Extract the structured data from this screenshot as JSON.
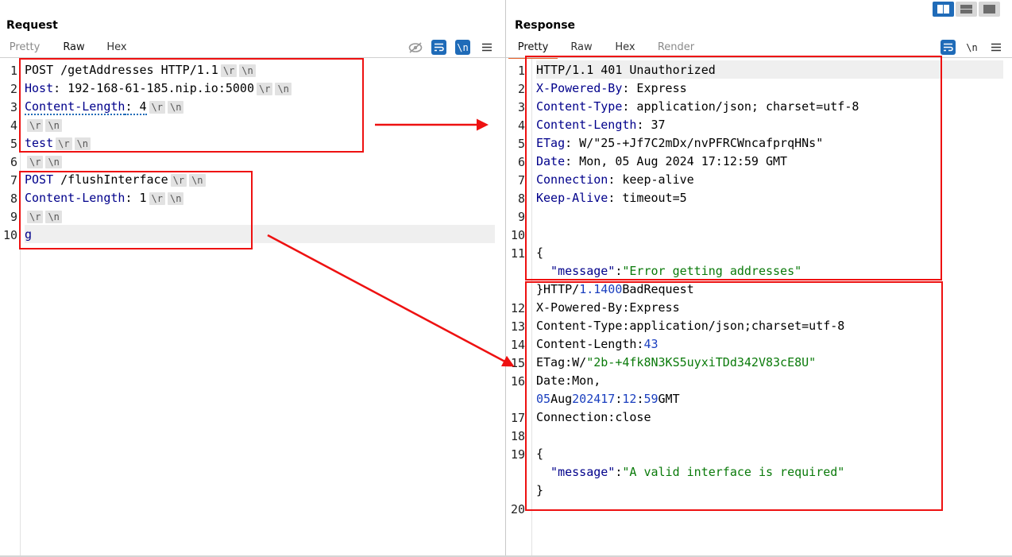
{
  "request": {
    "title": "Request",
    "tabs": [
      "Pretty",
      "Raw",
      "Hex"
    ],
    "active_tab": "Raw",
    "toolbar_icons": [
      "eye-slash-icon",
      "wrap-icon",
      "newline-icon",
      "menu-icon"
    ],
    "newline_label": "\\n",
    "crlf": [
      "\\r",
      "\\n"
    ],
    "lines": [
      {
        "n": "1",
        "parts": [
          {
            "t": "POST /getAddresses HTTP/1.1"
          }
        ]
      },
      {
        "n": "2",
        "parts": [
          {
            "t": "Host",
            "c": "k"
          },
          {
            "t": ": 192-168-61-185.nip.io:5000"
          }
        ]
      },
      {
        "n": "3",
        "parts": [
          {
            "t": "Content-Length",
            "c": "k"
          },
          {
            "t": ": 4"
          }
        ]
      },
      {
        "n": "4",
        "parts": []
      },
      {
        "n": "5",
        "parts": [
          {
            "t": "test",
            "c": "k"
          }
        ]
      },
      {
        "n": "6",
        "parts": []
      },
      {
        "n": "7",
        "parts": [
          {
            "t": "POST",
            "c": "k"
          },
          {
            "t": " /flushInterface"
          }
        ]
      },
      {
        "n": "8",
        "parts": [
          {
            "t": "Content-Length",
            "c": "k"
          },
          {
            "t": ": 1"
          }
        ]
      },
      {
        "n": "9",
        "parts": []
      },
      {
        "n": "10",
        "parts": [
          {
            "t": "g",
            "c": "k"
          }
        ]
      }
    ]
  },
  "response": {
    "title": "Response",
    "tabs": [
      "Pretty",
      "Raw",
      "Hex",
      "Render"
    ],
    "active_tab": "Pretty",
    "toolbar_icons": [
      "wrap-icon",
      "newline-icon",
      "menu-icon"
    ],
    "newline_label": "\\n",
    "lines": [
      {
        "n": "1",
        "parts": [
          {
            "t": "HTTP/1.1 401 Unauthorized"
          }
        ]
      },
      {
        "n": "2",
        "parts": [
          {
            "t": "X-Powered-By",
            "c": "k"
          },
          {
            "t": ": Express"
          }
        ]
      },
      {
        "n": "3",
        "parts": [
          {
            "t": "Content-Type",
            "c": "k"
          },
          {
            "t": ": application/json; charset=utf-8"
          }
        ]
      },
      {
        "n": "4",
        "parts": [
          {
            "t": "Content-Length",
            "c": "k"
          },
          {
            "t": ": 37"
          }
        ]
      },
      {
        "n": "5",
        "parts": [
          {
            "t": "ETag",
            "c": "k"
          },
          {
            "t": ": W/\"25-+Jf7C2mDx/nvPFRCWncafprqHNs\""
          }
        ]
      },
      {
        "n": "6",
        "parts": [
          {
            "t": "Date",
            "c": "k"
          },
          {
            "t": ": Mon, 05 Aug 2024 17:12:59 GMT"
          }
        ]
      },
      {
        "n": "7",
        "parts": [
          {
            "t": "Connection",
            "c": "k"
          },
          {
            "t": ": keep-alive"
          }
        ]
      },
      {
        "n": "8",
        "parts": [
          {
            "t": "Keep-Alive",
            "c": "k"
          },
          {
            "t": ": timeout=5"
          }
        ]
      },
      {
        "n": "9",
        "parts": []
      },
      {
        "n": "10",
        "parts": []
      },
      {
        "n": "11",
        "parts": [
          {
            "t": "{"
          }
        ]
      },
      {
        "n": "",
        "parts": [
          {
            "t": "  \"message\"",
            "c": "k"
          },
          {
            "t": ":"
          },
          {
            "t": "\"Error getting addresses\"",
            "c": "s"
          }
        ]
      },
      {
        "n": "",
        "parts": [
          {
            "t": "}HTTP/"
          },
          {
            "t": "1.1400",
            "c": "n"
          },
          {
            "t": "BadRequest"
          }
        ]
      },
      {
        "n": "12",
        "parts": [
          {
            "t": "X-Powered-By:Express"
          }
        ]
      },
      {
        "n": "13",
        "parts": [
          {
            "t": "Content-Type:application/json;charset=utf-8"
          }
        ]
      },
      {
        "n": "14",
        "parts": [
          {
            "t": "Content-Length:"
          },
          {
            "t": "43",
            "c": "n"
          }
        ]
      },
      {
        "n": "15",
        "parts": [
          {
            "t": "ETag:W/"
          },
          {
            "t": "\"2b-+4fk8N3KS5uyxiTDd342V83cE8U\"",
            "c": "s"
          }
        ]
      },
      {
        "n": "16",
        "parts": [
          {
            "t": "Date:Mon,"
          }
        ]
      },
      {
        "n": "",
        "parts": [
          {
            "t": "05",
            "c": "n"
          },
          {
            "t": "Aug"
          },
          {
            "t": "2024",
            "c": "n"
          },
          {
            "t": "17",
            "c": "n"
          },
          {
            "t": ":"
          },
          {
            "t": "12",
            "c": "n"
          },
          {
            "t": ":"
          },
          {
            "t": "59",
            "c": "n"
          },
          {
            "t": "GMT"
          }
        ]
      },
      {
        "n": "17",
        "parts": [
          {
            "t": "Connection:close"
          }
        ]
      },
      {
        "n": "18",
        "parts": []
      },
      {
        "n": "19",
        "parts": [
          {
            "t": "{"
          }
        ]
      },
      {
        "n": "",
        "parts": [
          {
            "t": "  \"message\"",
            "c": "k"
          },
          {
            "t": ":"
          },
          {
            "t": "\"A valid interface is required\"",
            "c": "s"
          }
        ]
      },
      {
        "n": "",
        "parts": [
          {
            "t": "}"
          }
        ]
      },
      {
        "n": "20",
        "parts": []
      }
    ]
  },
  "colors": {
    "accent_blue": "#1f6bb8",
    "tab_orange": "#e8622a",
    "annotation_red": "#ee1111",
    "key_blue": "#00008b",
    "string_green": "#0a7a0a"
  }
}
